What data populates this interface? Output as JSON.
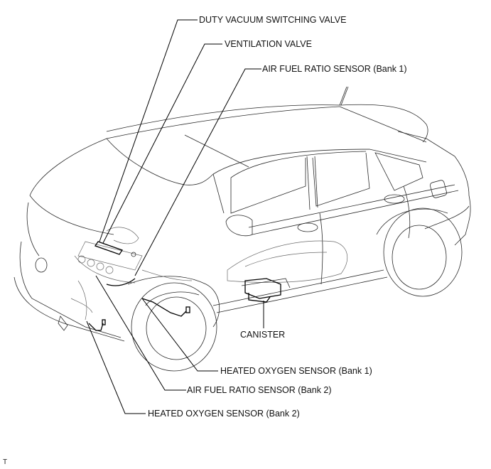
{
  "diagram": {
    "type": "component-location-illustration",
    "subject": "SUV engine emission control component locations",
    "labels": [
      {
        "id": "duty-vacuum-switching-valve",
        "text": "DUTY VACUUM SWITCHING VALVE",
        "suffix": ""
      },
      {
        "id": "ventilation-valve",
        "text": "VENTILATION VALVE",
        "suffix": ""
      },
      {
        "id": "air-fuel-ratio-sensor-bank1",
        "text": "AIR FUEL RATIO SENSOR",
        "suffix": "(Bank 1)"
      },
      {
        "id": "canister",
        "text": "CANISTER",
        "suffix": ""
      },
      {
        "id": "heated-oxygen-sensor-bank1",
        "text": "HEATED OXYGEN SENSOR",
        "suffix": "(Bank 1)"
      },
      {
        "id": "air-fuel-ratio-sensor-bank2",
        "text": "AIR FUEL RATIO SENSOR",
        "suffix": "(Bank 2)"
      },
      {
        "id": "heated-oxygen-sensor-bank2",
        "text": "HEATED OXYGEN SENSOR",
        "suffix": "(Bank 2)"
      }
    ],
    "footer_mark": "T"
  }
}
